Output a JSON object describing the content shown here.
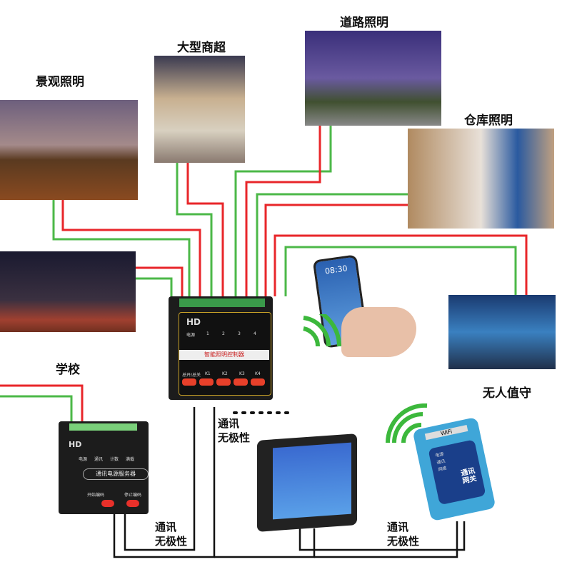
{
  "scenes": {
    "landscape": "景观照明",
    "mall": "大型商超",
    "road": "道路照明",
    "warehouse": "仓库照明",
    "school": "学校",
    "unattended": "无人值守"
  },
  "comm_label": {
    "line1": "通讯",
    "line2": "无极性"
  },
  "controller": {
    "brand": "HD",
    "power": "电源",
    "channels": [
      "1",
      "2",
      "3",
      "4"
    ],
    "title": "智能照明控制器",
    "buttons": [
      "总开/总关",
      "K1",
      "K2",
      "K3",
      "K4"
    ]
  },
  "power_module": {
    "brand": "HD",
    "indicators": [
      "电源",
      "通讯",
      "计数",
      "满载"
    ],
    "title": "通讯电源服务器",
    "buttons": [
      "开始编码",
      "停止编码"
    ]
  },
  "gateway": {
    "top": "WiFi",
    "leds": [
      "电源",
      "通讯",
      "网络"
    ],
    "title": "通讯网关"
  },
  "phone": {
    "time": "08:30"
  },
  "colors": {
    "red": "#e8262a",
    "green": "#4cb848",
    "black": "#111111"
  }
}
